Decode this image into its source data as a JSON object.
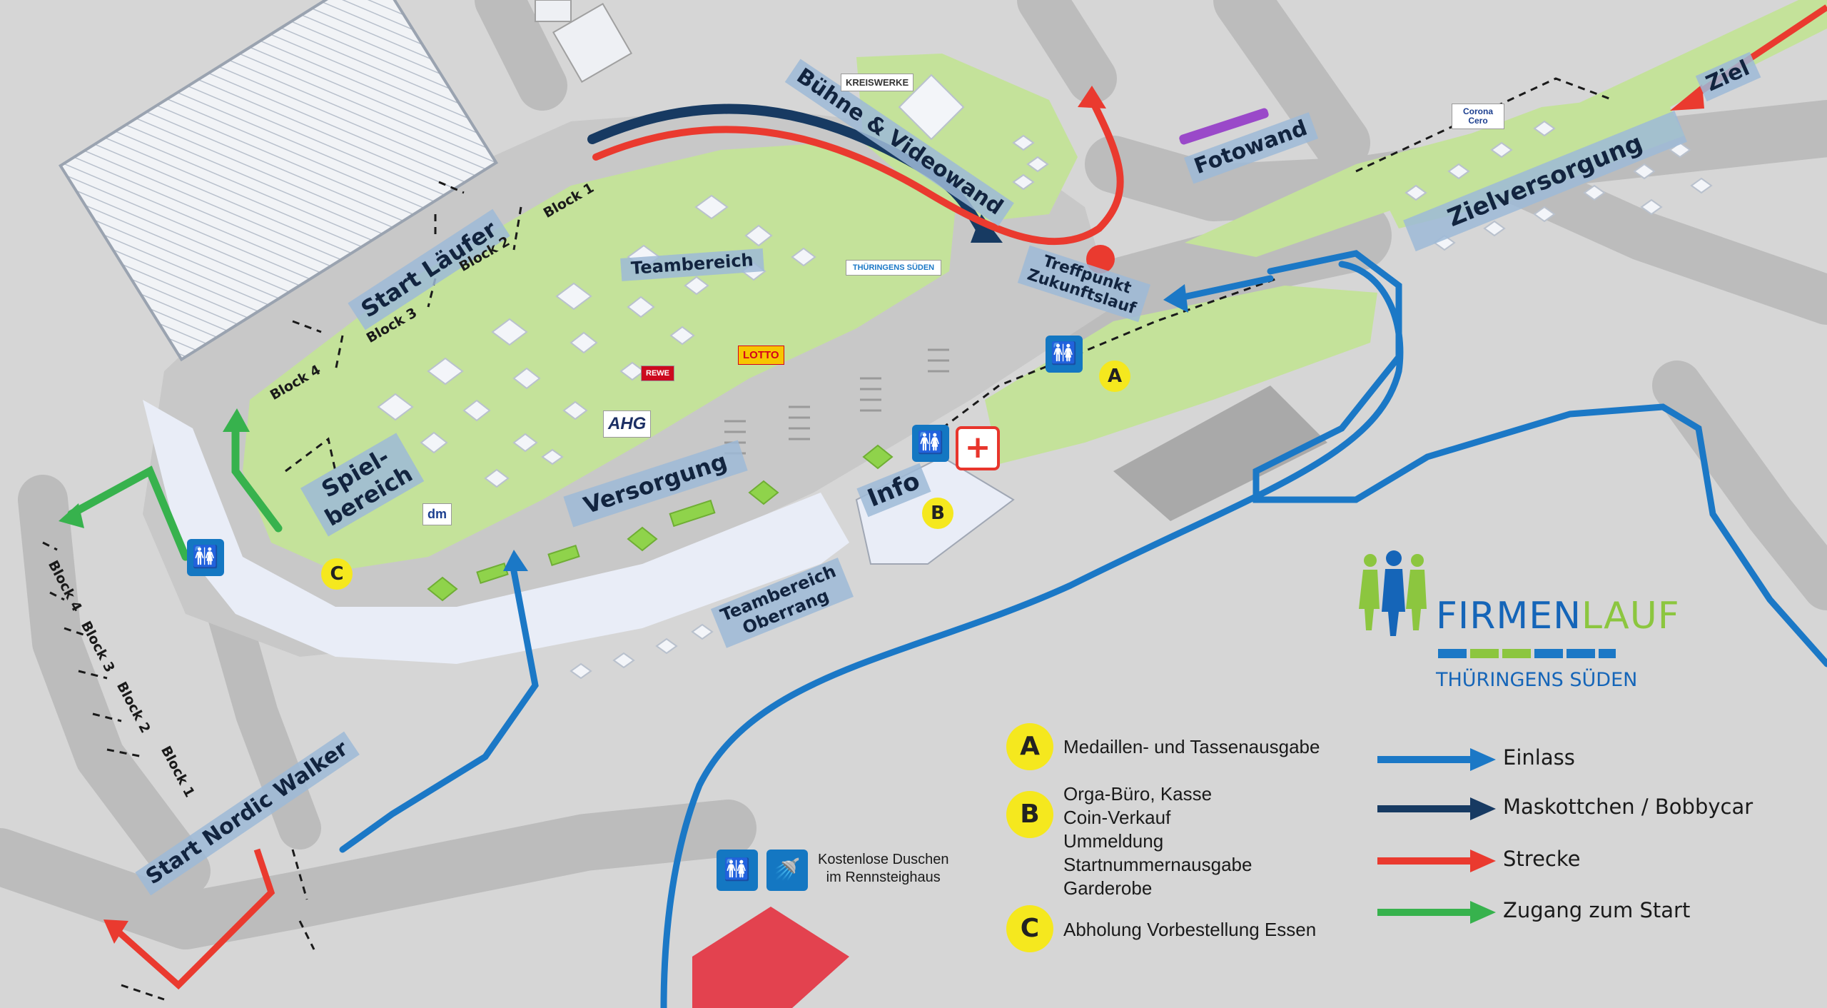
{
  "colors": {
    "einlass": "#1b78c6",
    "maskottchen": "#173a62",
    "strecke": "#ea3a2f",
    "zugang": "#37b24d",
    "grass": "#c4e29a",
    "road": "#b9b9b9",
    "background": "#d6d6d6",
    "label_bg": "#9dbad7",
    "badge": "#f5e81e"
  },
  "areas": {
    "buehne": "Bühne & Videowand",
    "fotowand": "Fotowand",
    "ziel": "Ziel",
    "zielversorgung": "Zielversorgung",
    "treffpunkt": "Treffpunkt\nZukunftslauf",
    "teambereich": "Teambereich",
    "start_laeufer": "Start Läufer",
    "spielbereich": "Spiel-\nbereich",
    "versorgung": "Versorgung",
    "info": "Info",
    "teambereich_oberrang": "Teambereich\nOberrang",
    "start_nordic_walker": "Start Nordic Walker"
  },
  "blocks": {
    "runner": [
      "Block 1",
      "Block 2",
      "Block 3",
      "Block 4"
    ],
    "walker": [
      "Block 4",
      "Block 3",
      "Block 2",
      "Block 1"
    ]
  },
  "sponsors": {
    "kreiswerke": "KREISWERKE",
    "corona": "Corona Cero",
    "rewe": "REWE",
    "lotto": "LOTTO",
    "ahg": "AHG",
    "dm": "dm",
    "thueringens_sueden": "THÜRINGENS SÜDEN"
  },
  "logo": {
    "title_part1": "FIRMEN",
    "title_part2": "LAUF",
    "subtitle": "THÜRINGENS SÜDEN"
  },
  "legend": {
    "items": [
      {
        "letter": "A",
        "text": "Medaillen- und Tassenausgabe"
      },
      {
        "letter": "B",
        "text": "Orga-Büro, Kasse\nCoin-Verkauf\nUmmeldung\nStartnummernausgabe\nGarderobe"
      },
      {
        "letter": "C",
        "text": "Abholung Vorbestellung Essen"
      }
    ],
    "routes": [
      {
        "label": "Einlass",
        "color": "#1b78c6"
      },
      {
        "label": "Maskottchen / Bobbycar",
        "color": "#173a62"
      },
      {
        "label": "Strecke",
        "color": "#ea3a2f"
      },
      {
        "label": "Zugang zum Start",
        "color": "#37b24d"
      }
    ]
  },
  "markers": {
    "a": "A",
    "b": "B",
    "c": "C"
  },
  "icons": {
    "toilet": "toilet-icon",
    "shower": "shower-icon",
    "first_aid": "first-aid-icon"
  },
  "shower_note": "Kostenlose Duschen\nim Rennsteighaus"
}
